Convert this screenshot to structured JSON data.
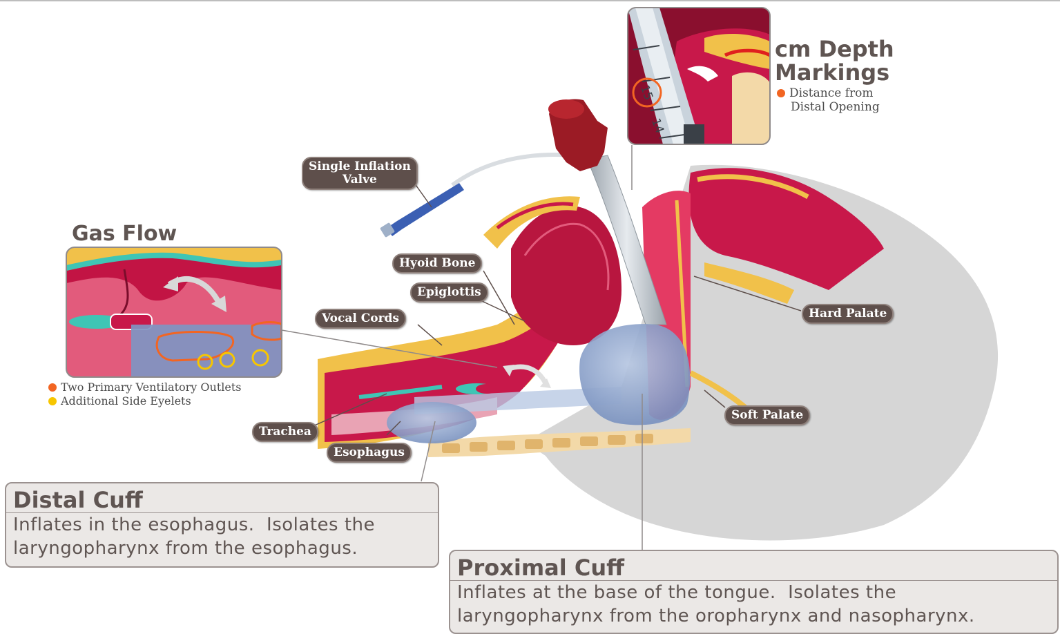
{
  "depth_markings": {
    "title_line1": "cm Depth",
    "title_line2": "Markings",
    "legend_line1": "Distance from",
    "legend_line2": "Distal Opening",
    "legend_color": "#f26522",
    "scale_numbers": [
      "15",
      "14"
    ]
  },
  "gas_flow": {
    "title": "Gas Flow",
    "legend": [
      {
        "text": "Two Primary Ventilatory Outlets",
        "color": "#f26522"
      },
      {
        "text": "Additional Side Eyelets",
        "color": "#f7c600"
      }
    ]
  },
  "labels": {
    "single_inflation_valve_line1": "Single Inflation",
    "single_inflation_valve_line2": "Valve",
    "hyoid_bone": "Hyoid Bone",
    "epiglottis": "Epiglottis",
    "vocal_cords": "Vocal Cords",
    "hard_palate": "Hard Palate",
    "soft_palate": "Soft Palate",
    "trachea": "Trachea",
    "esophagus": "Esophagus"
  },
  "distal_cuff": {
    "title": "Distal Cuff",
    "line1": "Inflates in the esophagus.  Isolates the",
    "line2": "laryngopharynx from the esophagus."
  },
  "proximal_cuff": {
    "title": "Proximal Cuff",
    "line1": "Inflates at the base of the tongue.  Isolates the",
    "line2": "laryngopharynx from the oropharynx and nasopharynx."
  },
  "colors": {
    "tissue": "#c8184a",
    "cuff": "#8ea4c8",
    "head": "#d6d6d6",
    "label_bg": "#5e4f4b"
  }
}
